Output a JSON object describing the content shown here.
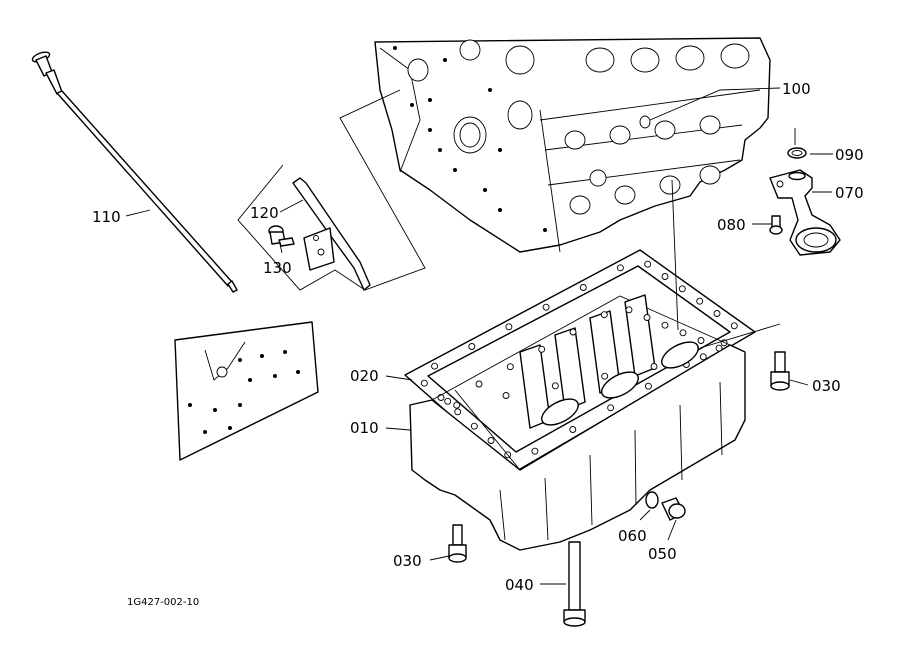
{
  "callouts": [
    {
      "id": "100",
      "text": "100"
    },
    {
      "id": "090",
      "text": "090"
    },
    {
      "id": "070",
      "text": "070"
    },
    {
      "id": "080",
      "text": "080"
    },
    {
      "id": "110",
      "text": "110"
    },
    {
      "id": "120",
      "text": "120"
    },
    {
      "id": "130",
      "text": "130"
    },
    {
      "id": "020",
      "text": "020"
    },
    {
      "id": "010",
      "text": "010"
    },
    {
      "id": "030a",
      "text": "030"
    },
    {
      "id": "030b",
      "text": "030"
    },
    {
      "id": "060",
      "text": "060"
    },
    {
      "id": "050",
      "text": "050"
    },
    {
      "id": "040",
      "text": "040"
    }
  ],
  "drawing_code": "1G427-002-10"
}
